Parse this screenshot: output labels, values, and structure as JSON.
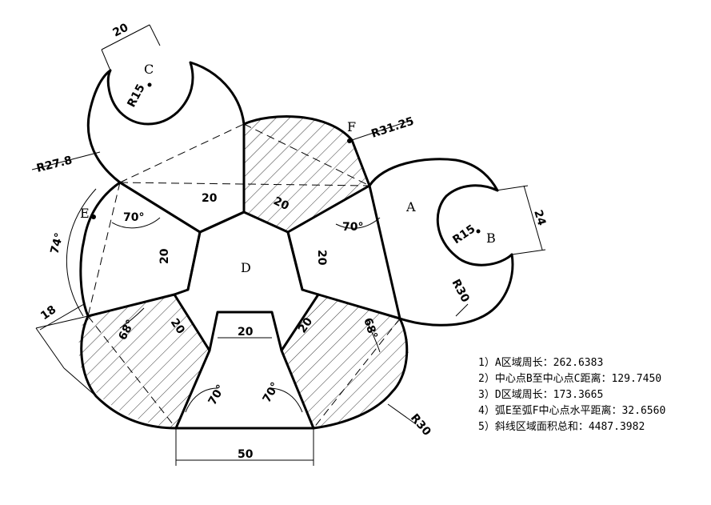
{
  "labels": {
    "A": "A",
    "B": "B",
    "C": "C",
    "D": "D",
    "E": "E",
    "F": "F"
  },
  "dims": {
    "top_width": "20",
    "r_c": "R15",
    "r_27": "R27.8",
    "r_31": "R31.25",
    "r_b": "R15",
    "w_24": "24",
    "r_30_right": "R30",
    "r_30_bottom": "R30",
    "slot_top_left": "20",
    "slot_top_right": "20",
    "slot_left": "20",
    "slot_right": "20",
    "slot_bot_left": "20",
    "slot_bot_right": "20",
    "slot_bottom": "20",
    "base_50": "50",
    "ang_70_left": "70°",
    "ang_70_right": "70°",
    "ang_74": "74°",
    "ang_68_left": "68°",
    "ang_68_right": "68°",
    "ang_70_bot_left": "70°",
    "ang_70_bot_right": "70°",
    "len_18": "18"
  },
  "questions": [
    "1）A区域周长：262.6383",
    "2）中心点B至中心点C距离：129.7450",
    "3）D区域周长：173.3665",
    "4）弧E至弧F中心点水平距离：32.6560",
    "5）斜线区域面积总和：4487.3982"
  ]
}
